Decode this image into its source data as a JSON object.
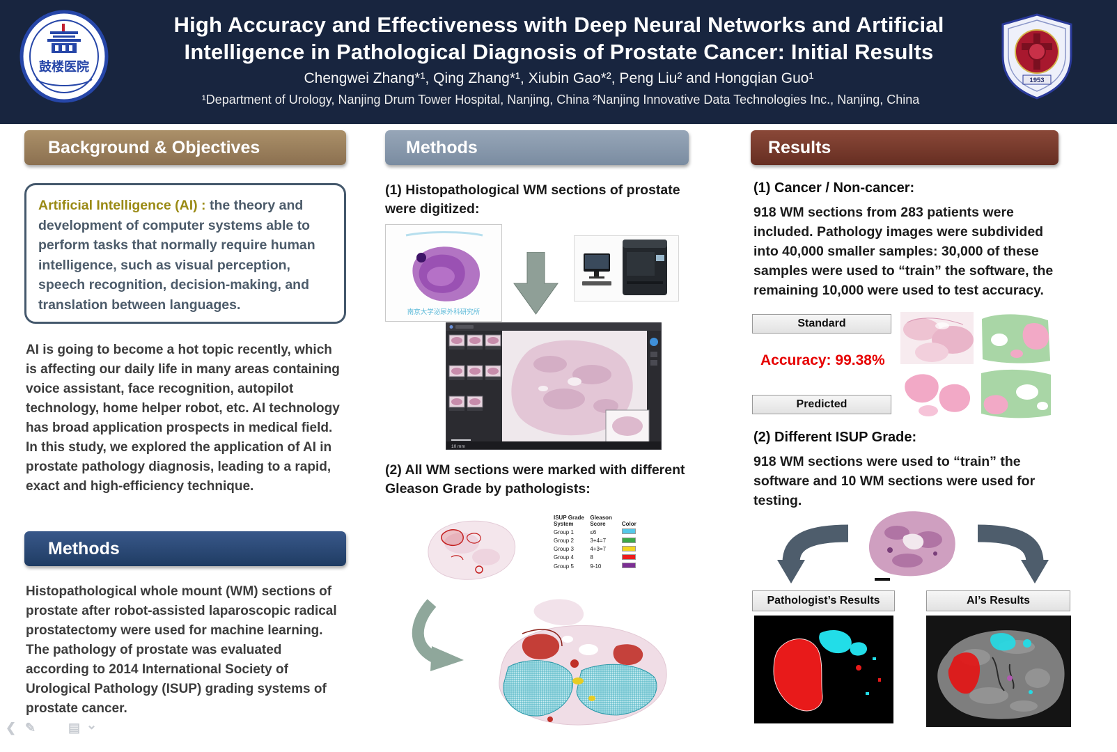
{
  "header": {
    "title_lines": [
      "High Accuracy and Effectiveness with Deep Neural Networks and Artificial",
      "Intelligence in Pathological Diagnosis of Prostate Cancer: Initial Results"
    ],
    "authors": "Chengwei Zhang*¹, Qing Zhang*¹, Xiubin Gao*², Peng Liu² and Hongqian Guo¹",
    "affiliations": "¹Department of Urology, Nanjing Drum Tower Hospital, Nanjing, China  ²Nanjing Innovative Data Technologies Inc., Nanjing, China",
    "left_logo_text": "鼓楼医院",
    "right_logo_year": "1953"
  },
  "left": {
    "background_header": "Background & Objectives",
    "ai_box": {
      "highlight": "Artificial Intelligence (AI) : ",
      "body": "the theory and development of computer systems able to perform tasks that normally require human intelligence, such as visual perception, speech recognition, decision-making, and translation between languages."
    },
    "intro": "AI is going to become a hot topic recently, which is affecting our daily life in many areas containing voice assistant, face recognition, autopilot technology, home helper robot, etc. AI technology has broad application prospects in medical field. In this study, we explored the application of AI in prostate pathology diagnosis, leading to a rapid, exact and high-efficiency technique.",
    "methods_header": "Methods",
    "methods_body": "Histopathological whole mount (WM) sections of prostate after robot-assisted laparoscopic radical prostatectomy were used for machine learning. The pathology of prostate was evaluated according to 2014 International Society of Urological Pathology (ISUP) grading systems of prostate cancer."
  },
  "middle": {
    "methods_header": "Methods",
    "step1": "(1) Histopathological WM sections of prostate were digitized:",
    "step2": "(2) All WM sections were marked with different Gleason Grade by pathologists:",
    "slide_caption": "南京大学泌尿外科研究所",
    "screenshot_scale": "10 mm",
    "legend": {
      "headers": [
        "ISUP Grade System",
        "Gleason Score",
        "Color"
      ],
      "rows": [
        {
          "group": "Group 1",
          "score": "≤6",
          "color": "#55c8e8"
        },
        {
          "group": "Group 2",
          "score": "3+4=7",
          "color": "#3da848"
        },
        {
          "group": "Group 3",
          "score": "4+3=7",
          "color": "#f2d520"
        },
        {
          "group": "Group 4",
          "score": "8",
          "color": "#ee1c1c"
        },
        {
          "group": "Group 5",
          "score": "9-10",
          "color": "#7c2e94"
        }
      ]
    }
  },
  "right": {
    "results_header": "Results",
    "r1_title": "(1) Cancer / Non-cancer:",
    "r1_body": "918 WM sections from 283 patients were included. Pathology images were subdivided into 40,000 smaller samples: 30,000 of these samples were used to “train” the software, the remaining 10,000 were used to test accuracy.",
    "standard_label": "Standard",
    "accuracy": "Accuracy: 99.38%",
    "predicted_label": "Predicted",
    "r2_title": "(2) Different ISUP Grade:",
    "r2_body": "918 WM sections were used to “train” the software and 10 WM sections were used for testing.",
    "pathologist_label": "Pathologist’s Results",
    "ai_label": "AI’s Results"
  },
  "viewer_icons": [
    {
      "name": "back-icon",
      "glyph": "❮"
    },
    {
      "name": "edit-icon",
      "glyph": "✎"
    },
    {
      "name": "slides-icon",
      "glyph": "▤"
    },
    {
      "name": "chevron-down-icon",
      "glyph": "⌄"
    }
  ],
  "colors": {
    "header_bg": "#18253f",
    "background_bar_brown": "#9a8059",
    "methods_bar_navy": "#2a4a74",
    "methods_bar_gray": "#8595aa",
    "results_bar_maroon": "#763a2d",
    "accuracy_red": "#e60000",
    "ai_highlight_olive": "#9a8a14",
    "gleason_cyan": "#55c8e8",
    "gleason_green": "#3da848",
    "gleason_yellow": "#f2d520",
    "gleason_red": "#ee1c1c",
    "gleason_purple": "#7c2e94"
  }
}
